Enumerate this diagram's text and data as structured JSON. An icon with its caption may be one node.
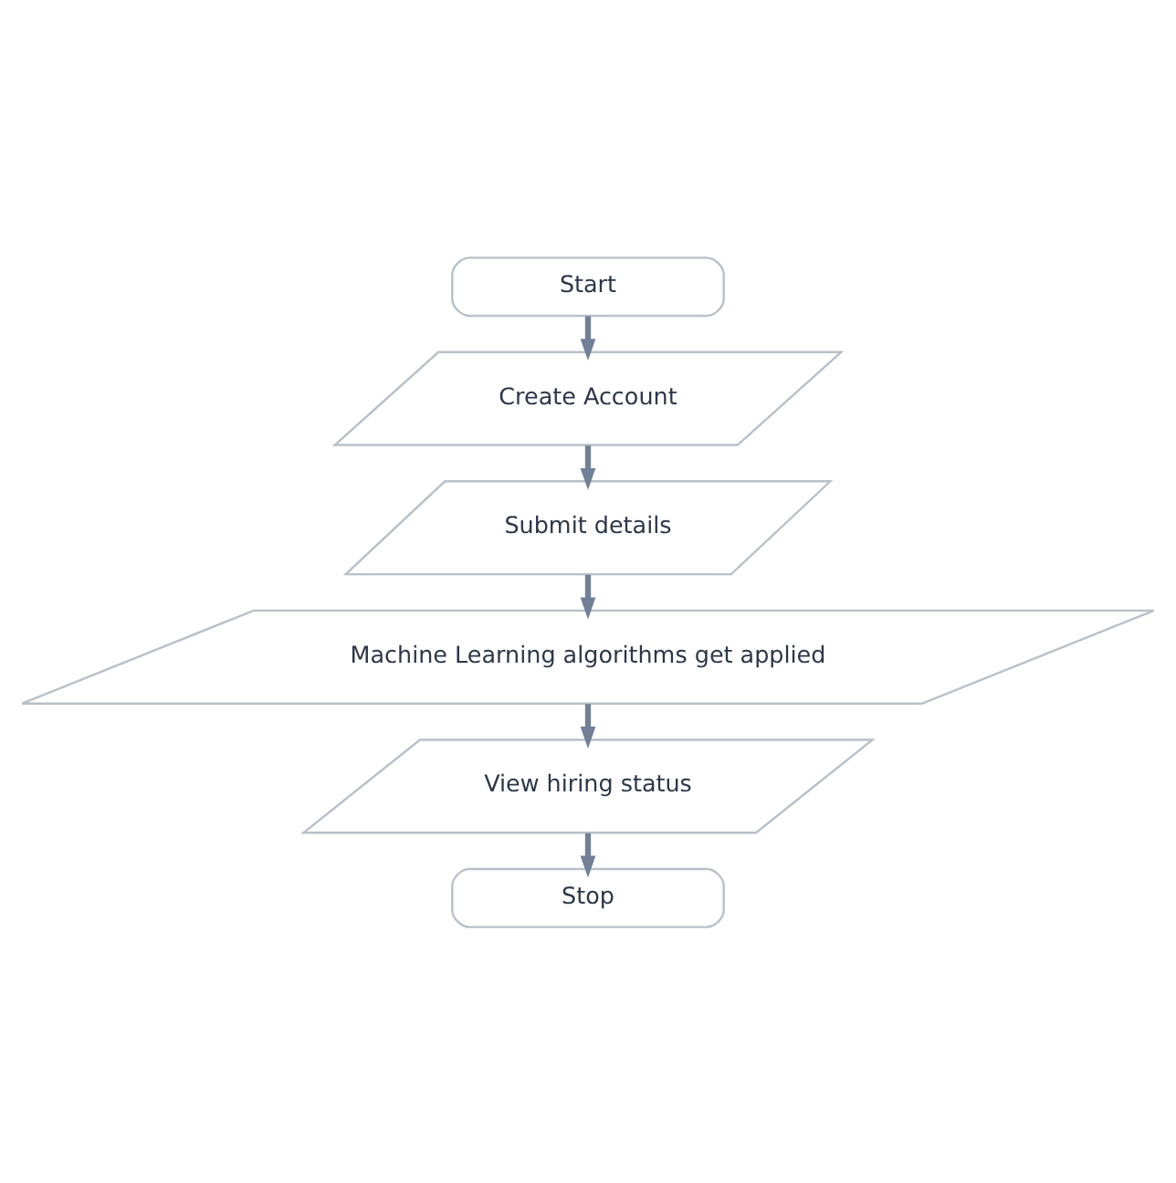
{
  "diagram": {
    "nodes": [
      {
        "text": [
          "Start"
        ]
      },
      {
        "text": [
          "Create Account"
        ]
      },
      {
        "text": [
          "Submit details"
        ]
      },
      {
        "text": [
          "Machine Learning algorithms get applied"
        ]
      },
      {
        "text": [
          "View hiring status"
        ]
      },
      {
        "text": [
          "Stop"
        ]
      }
    ],
    "edges": [
      {
        "from": 0,
        "to": 1,
        "arrow": "to"
      },
      {
        "from": 1,
        "to": 2,
        "arrow": "to"
      },
      {
        "from": 2,
        "to": 3,
        "arrow": "to"
      },
      {
        "from": 3,
        "to": 4,
        "arrow": "to"
      },
      {
        "from": 4,
        "to": 5,
        "arrow": "to"
      }
    ]
  }
}
